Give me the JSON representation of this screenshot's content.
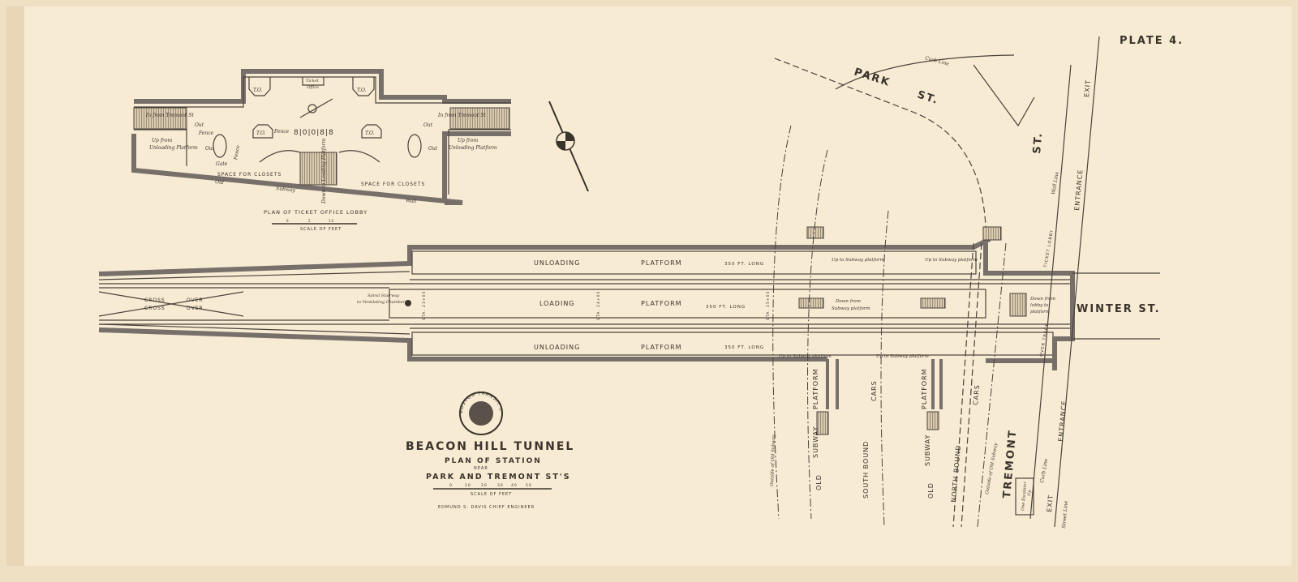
{
  "plate": "PLATE 4.",
  "lobby": {
    "ticket_office": [
      "Ticket",
      "Office"
    ],
    "to": "T.O.",
    "in_from_tremont": "In from Tremont St",
    "out": "Out",
    "fence": "Fence",
    "up_from_unloading": [
      "Up from",
      "Unloading Platform"
    ],
    "gate": "Gate",
    "space_for_closets": "SPACE FOR CLOSETS",
    "stair_label": "Down to Loading Platform",
    "old": "Old",
    "subway": "Subway",
    "wall": "Wall",
    "title": "PLAN OF TICKET OFFICE LOBBY",
    "scale_ticks": [
      "0",
      "5",
      "10"
    ],
    "scale_label": "SCALE OF FEET"
  },
  "station": {
    "unloading": "UNLOADING",
    "loading": "LOADING",
    "platform": "PLATFORM",
    "length": "350 FT. LONG",
    "cross": "CROSS",
    "over": "OVER",
    "spiral": [
      "Spiral Stairway",
      "to Ventilating Chamber"
    ],
    "stations": [
      "STA. 23+00",
      "STA. 24+00",
      "STA. 25+00"
    ],
    "up_to_subway": "Up to Subway platform",
    "down_from_subway": [
      "Down from",
      "Subway platform"
    ],
    "down_from_lobby": [
      "Down from",
      "lobby to",
      "platform"
    ],
    "ticket_lobby": "TICKET LOBBY",
    "over_track": "OVER TRACK",
    "one_escalator": [
      "One Escalator",
      "Up"
    ]
  },
  "streets": {
    "park": "PARK",
    "st": "ST.",
    "winter": "WINTER ST.",
    "tremont": "TREMONT",
    "curb_line": "Curb Line",
    "wall_line": "Wall Line",
    "entrance": "ENTRANCE",
    "exit": "EXIT",
    "street_line": "Street Line"
  },
  "old_subway": {
    "old": "OLD",
    "subway": "SUBWAY",
    "platform": "PLATFORM",
    "south_bound": "SOUTH BOUND",
    "north_bound": "NORTH BOUND",
    "cars": "CARS",
    "outside": "Outside of Old Subway"
  },
  "title_block": {
    "seal": "BOSTON TRANSIT COMMISSION",
    "title": "BEACON HILL TUNNEL",
    "subtitle": "PLAN OF STATION",
    "near": "NEAR",
    "location": "PARK AND TREMONT ST'S",
    "scale_ticks": [
      "0",
      "10",
      "20",
      "30",
      "40",
      "50"
    ],
    "scale_label": "SCALE OF FEET",
    "credit": "EDMUND S. DAVIS  CHIEF ENGINEER"
  }
}
